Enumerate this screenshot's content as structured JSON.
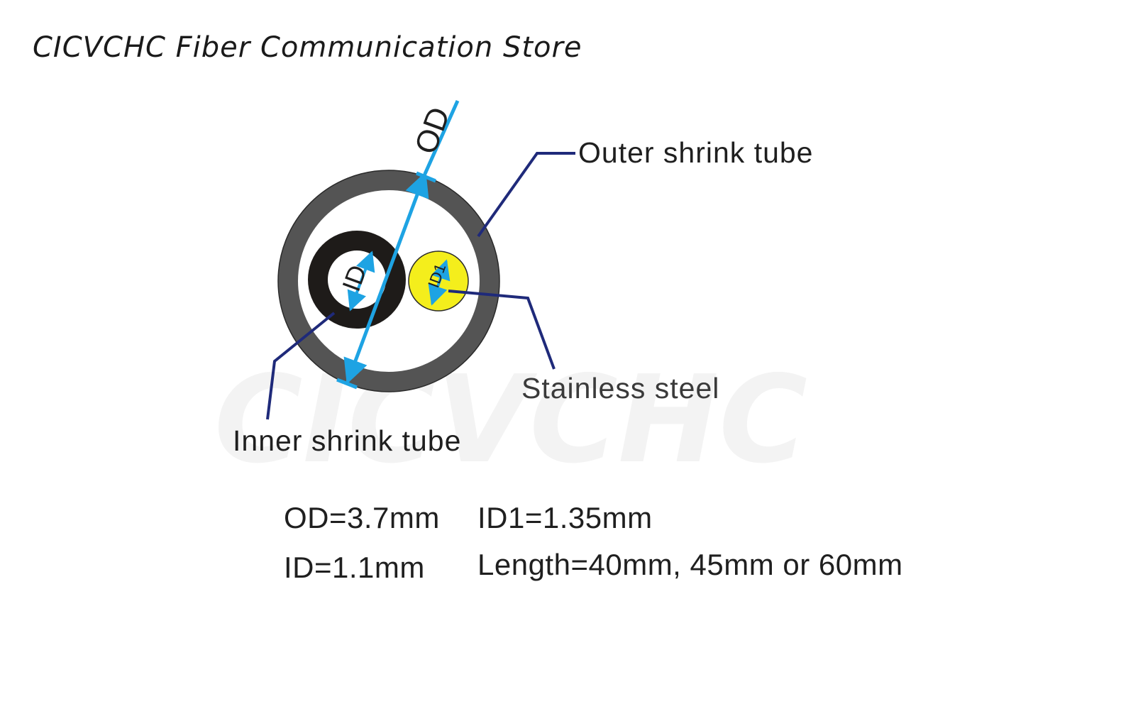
{
  "store": {
    "title": "CICVCHC Fiber Communication Store"
  },
  "watermark": {
    "text": "CICVCHC"
  },
  "diagram": {
    "dimension_labels": {
      "od": "OD",
      "id": "ID",
      "id1": "ID1"
    },
    "callouts": {
      "outer_tube": "Outer shrink tube",
      "stainless_steel": "Stainless steel",
      "inner_tube": "Inner shrink tube"
    },
    "colors": {
      "outer_tube": "#545454",
      "inner_tube": "#1e1b19",
      "stainless_steel": "#f4ee1c",
      "dimension_line": "#1ea3e3",
      "leader_line": "#1f2a7a"
    }
  },
  "specs": {
    "od": "OD=3.7mm",
    "id": "ID=1.1mm",
    "id1": "ID1=1.35mm",
    "length": "Length=40mm, 45mm or 60mm"
  }
}
